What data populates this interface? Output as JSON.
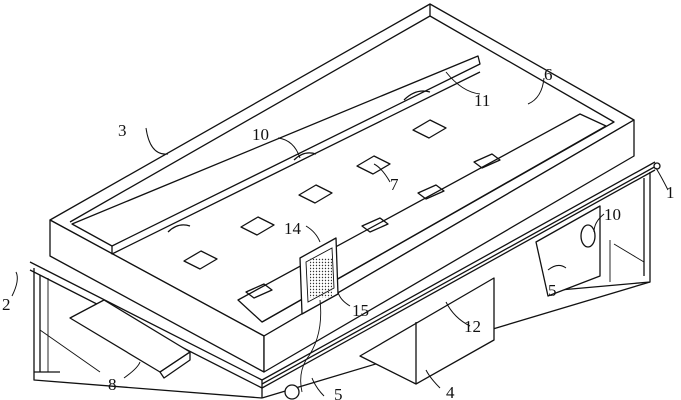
{
  "diagram": {
    "labels": {
      "l1": "1",
      "l2": "2",
      "l3": "3",
      "l4": "4",
      "l5a": "5",
      "l5b": "5",
      "l6": "6",
      "l7": "7",
      "l8": "8",
      "l10a": "10",
      "l10b": "10",
      "l11": "11",
      "l12": "12",
      "l14": "14",
      "l15": "15"
    },
    "colors": {
      "line": "#111111",
      "background": "#ffffff"
    }
  }
}
